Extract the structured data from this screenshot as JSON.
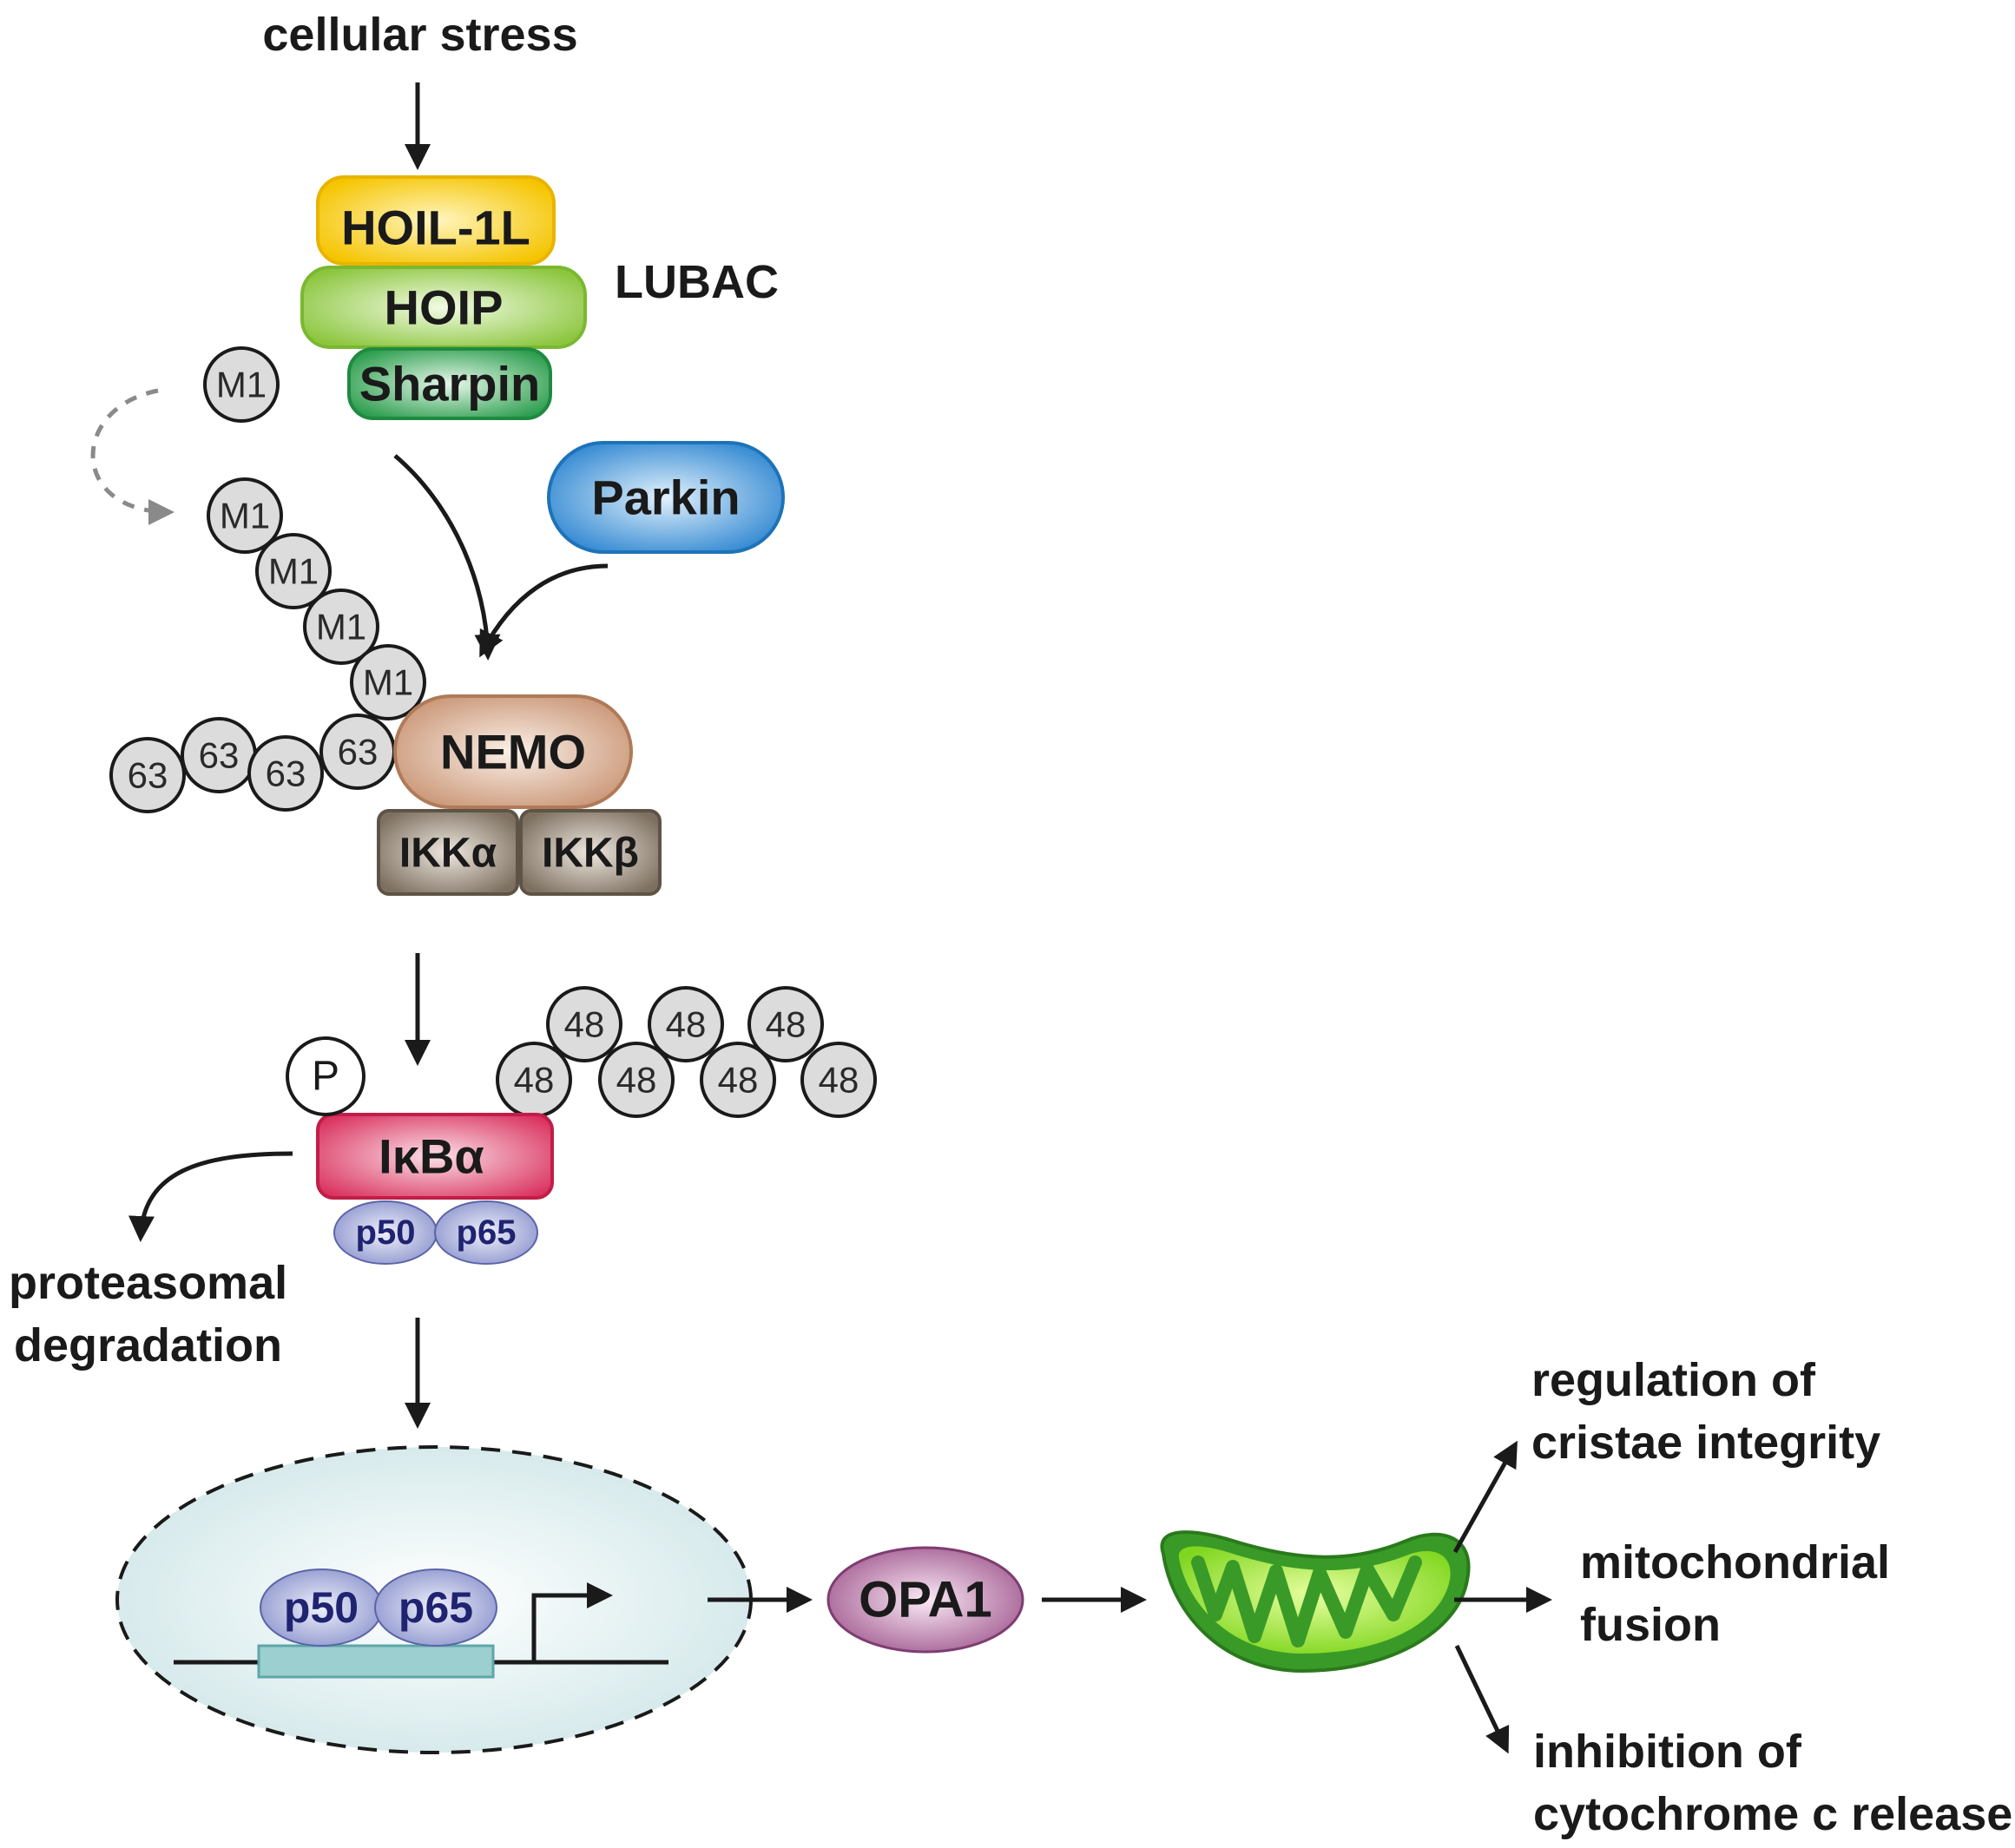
{
  "labels": {
    "cellular_stress": "cellular stress",
    "lubac": "LUBAC",
    "proteasomal": "proteasomal",
    "degradation": "degradation",
    "regulation_of": "regulation of",
    "cristae_integrity": "cristae integrity",
    "mitochondrial": "mitochondrial",
    "fusion": "fusion",
    "inhibition_of": "inhibition of",
    "cytochrome_release": "cytochrome c release"
  },
  "proteins": {
    "hoil": "HOIL-1L",
    "hoip": "HOIP",
    "sharpin": "Sharpin",
    "parkin": "Parkin",
    "nemo": "NEMO",
    "ikka": "IKKα",
    "ikkb": "IKKβ",
    "ikba": "IκBα",
    "p50": "p50",
    "p65": "p65",
    "opa1": "OPA1",
    "phospho": "P"
  },
  "ubiquitin": {
    "m1": "M1",
    "k63": "63",
    "k48": "48"
  },
  "colors": {
    "hoil": "#f5c400",
    "hoip": "#8cc63f",
    "sharpin": "#2e9e4f",
    "parkin": "#2e86d1",
    "nemo": "#c99575",
    "ikk": "#7d7060",
    "ikba": "#d92f5c",
    "nfkb": "#8b93cc",
    "opa1": "#a0588f",
    "nucleus": "#cfe6e8",
    "mito": "#3a9a28",
    "ubiquitin": "#dcdcdc"
  }
}
